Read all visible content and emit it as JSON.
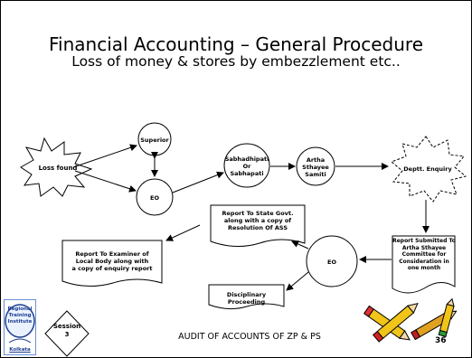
{
  "header": {
    "title": "Financial Accounting – General Procedure",
    "subtitle": "Loss of money & stores by embezzlement etc.."
  },
  "diagram": {
    "loss_found": "Loss found",
    "superior": "Superior",
    "eo_top": "EO",
    "sabhadhipati": "Sabhadhipati\nOr\nSabhapati",
    "artha_sthayee": "Artha\nSthayee\nSamiti",
    "deptt_enquiry": "Deptt. Enquiry",
    "report_submitted": "Report Submitted To\nArtha Sthayee\nCommittee for\nConsideration in\none month",
    "eo_bottom": "EO",
    "report_state": "Report To State Govt.\nalong with a copy of\nResolution Of ASS",
    "report_examiner": "Report To Examiner of\nLocal Body along with\na copy of enquiry report",
    "disciplinary": "Disciplinary Proceeding"
  },
  "footer": {
    "text": "AUDIT OF ACCOUNTS OF ZP & PS",
    "page_number": "36",
    "session_label": "Session\n3",
    "logo_text": "Regional\nTraining\nInstitute",
    "logo_city": "Kolkata"
  }
}
